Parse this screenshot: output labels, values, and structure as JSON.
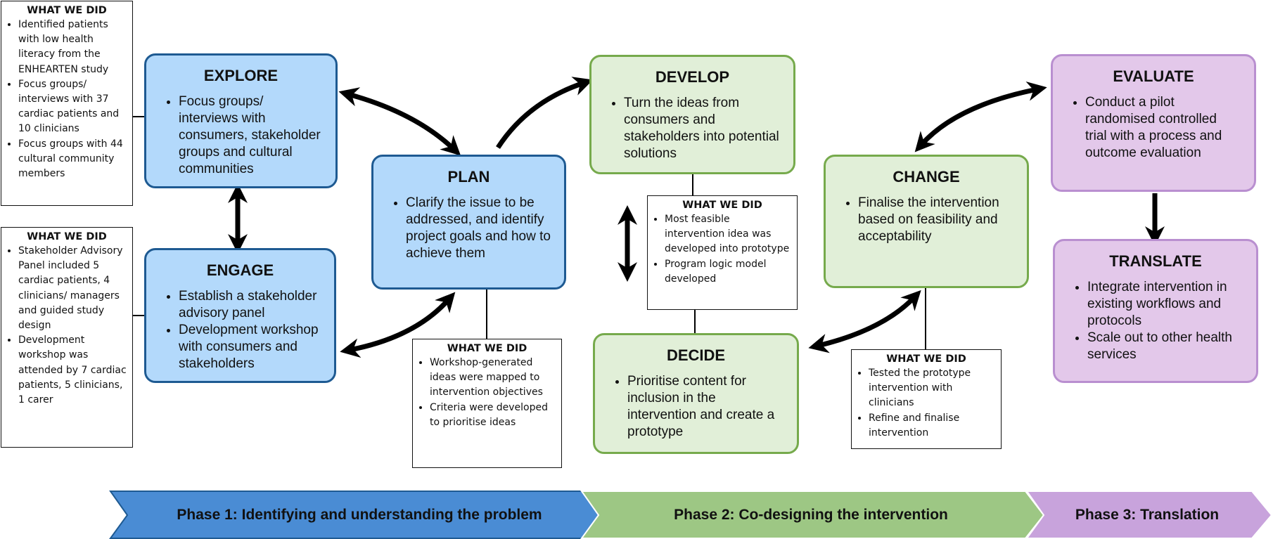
{
  "explore": {
    "title": "EXPLORE",
    "bullets": [
      "Focus groups/ interviews with consumers, stakeholder groups and cultural communities"
    ]
  },
  "engage": {
    "title": "ENGAGE",
    "bullets": [
      "Establish a stakeholder advisory panel",
      "Development workshop with consumers and stakeholders"
    ]
  },
  "plan": {
    "title": "PLAN",
    "bullets": [
      "Clarify the issue to be addressed, and identify project goals and how to achieve them"
    ]
  },
  "develop": {
    "title": "DEVELOP",
    "bullets": [
      "Turn the ideas from consumers and stakeholders into potential solutions"
    ]
  },
  "decide": {
    "title": "DECIDE",
    "bullets": [
      "Prioritise content for inclusion in the intervention and create a prototype"
    ]
  },
  "change": {
    "title": "CHANGE",
    "bullets": [
      "Finalise the intervention based on feasibility and acceptability"
    ]
  },
  "evaluate": {
    "title": "EVALUATE",
    "bullets": [
      "Conduct a pilot randomised controlled trial with a process and outcome evaluation"
    ]
  },
  "translate": {
    "title": "TRANSLATE",
    "bullets": [
      "Integrate intervention in existing workflows and protocols",
      "Scale out to other health services"
    ]
  },
  "notes": {
    "explore": {
      "title": "WHAT WE DID",
      "bullets": [
        "Identified patients with low health literacy from the ENHEARTEN study",
        "Focus groups/ interviews with 37 cardiac patients and 10 clinicians",
        "Focus groups with 44 cultural community members"
      ]
    },
    "engage": {
      "title": "WHAT WE DID",
      "bullets": [
        "Stakeholder Advisory Panel included 5 cardiac patients, 4 clinicians/ managers and guided study design",
        "Development workshop was attended by 7 cardiac patients, 5 clinicians, 1 carer"
      ]
    },
    "plan": {
      "title": "WHAT WE DID",
      "bullets": [
        "Workshop-generated ideas were mapped to intervention objectives",
        "Criteria were developed to prioritise ideas"
      ]
    },
    "develop_decide": {
      "title": "WHAT WE DID",
      "bullets": [
        "Most feasible intervention idea was developed into prototype",
        "Program logic model developed"
      ]
    },
    "change": {
      "title": "WHAT WE DID",
      "bullets": [
        "Tested the prototype intervention with clinicians",
        "Refine and finalise intervention"
      ]
    }
  },
  "phases": [
    {
      "label": "Phase 1: Identifying and understanding the problem",
      "color": "#4a8cd4"
    },
    {
      "label": "Phase 2: Co-designing the intervention",
      "color": "#9dc784"
    },
    {
      "label": "Phase 3: Translation",
      "color": "#c8a3dc"
    }
  ],
  "colors": {
    "blue_fill": "#b3d9fb",
    "blue_border": "#1e5a92",
    "green_fill": "#e1efd8",
    "green_border": "#76aa4c",
    "purple_fill": "#e3c8ea",
    "purple_border": "#b98fd0"
  }
}
